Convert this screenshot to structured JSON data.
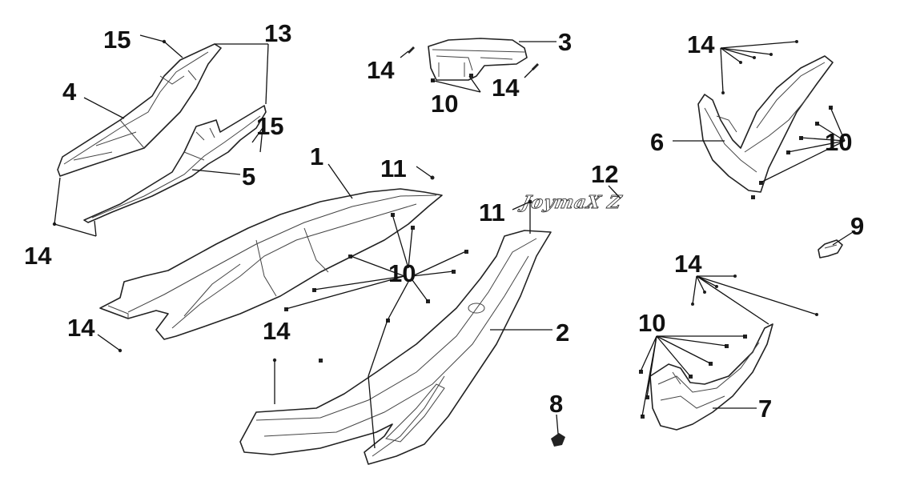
{
  "callouts": {
    "c1": "1",
    "c2": "2",
    "c3": "3",
    "c4": "4",
    "c5": "5",
    "c6": "6",
    "c7": "7",
    "c8": "8",
    "c9": "9",
    "c12": "12",
    "c13": "13",
    "c15a": "15",
    "c15b": "15",
    "c11a": "11",
    "c11b": "11",
    "c10a": "10",
    "c10b": "10",
    "c10c": "10",
    "c10d": "10",
    "c14a": "14",
    "c14b": "14",
    "c14c": "14",
    "c14d": "14",
    "c14e": "14",
    "c14f": "14",
    "c14g": "14"
  },
  "logo": {
    "text": "JoymaX Z"
  }
}
